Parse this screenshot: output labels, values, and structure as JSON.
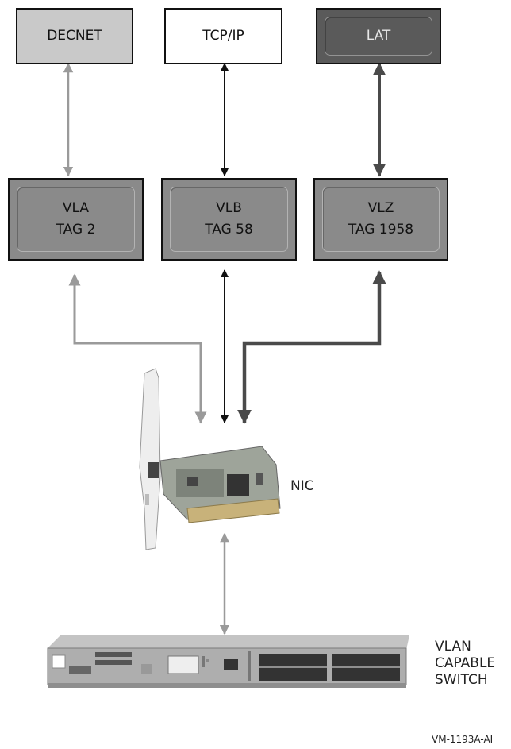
{
  "protocols": {
    "decnet": "DECNET",
    "tcpip": "TCP/IP",
    "lat": "LAT"
  },
  "vlans": {
    "vla": "VLA\nTAG 2",
    "vlb": "VLB\nTAG 58",
    "vlz": "VLZ\nTAG 1958"
  },
  "nic_label": "NIC",
  "switch_label": "VLAN\nCAPABLE\nSWITCH",
  "figure_id": "VM-1193A-AI",
  "colors": {
    "light_gray": "#c9c9c9",
    "mid_gray": "#8a8a8a",
    "dark_gray": "#5a5a5a",
    "line_light": "#9a9a9a",
    "line_dark": "#111111",
    "line_heavy": "#4a4a4a"
  }
}
